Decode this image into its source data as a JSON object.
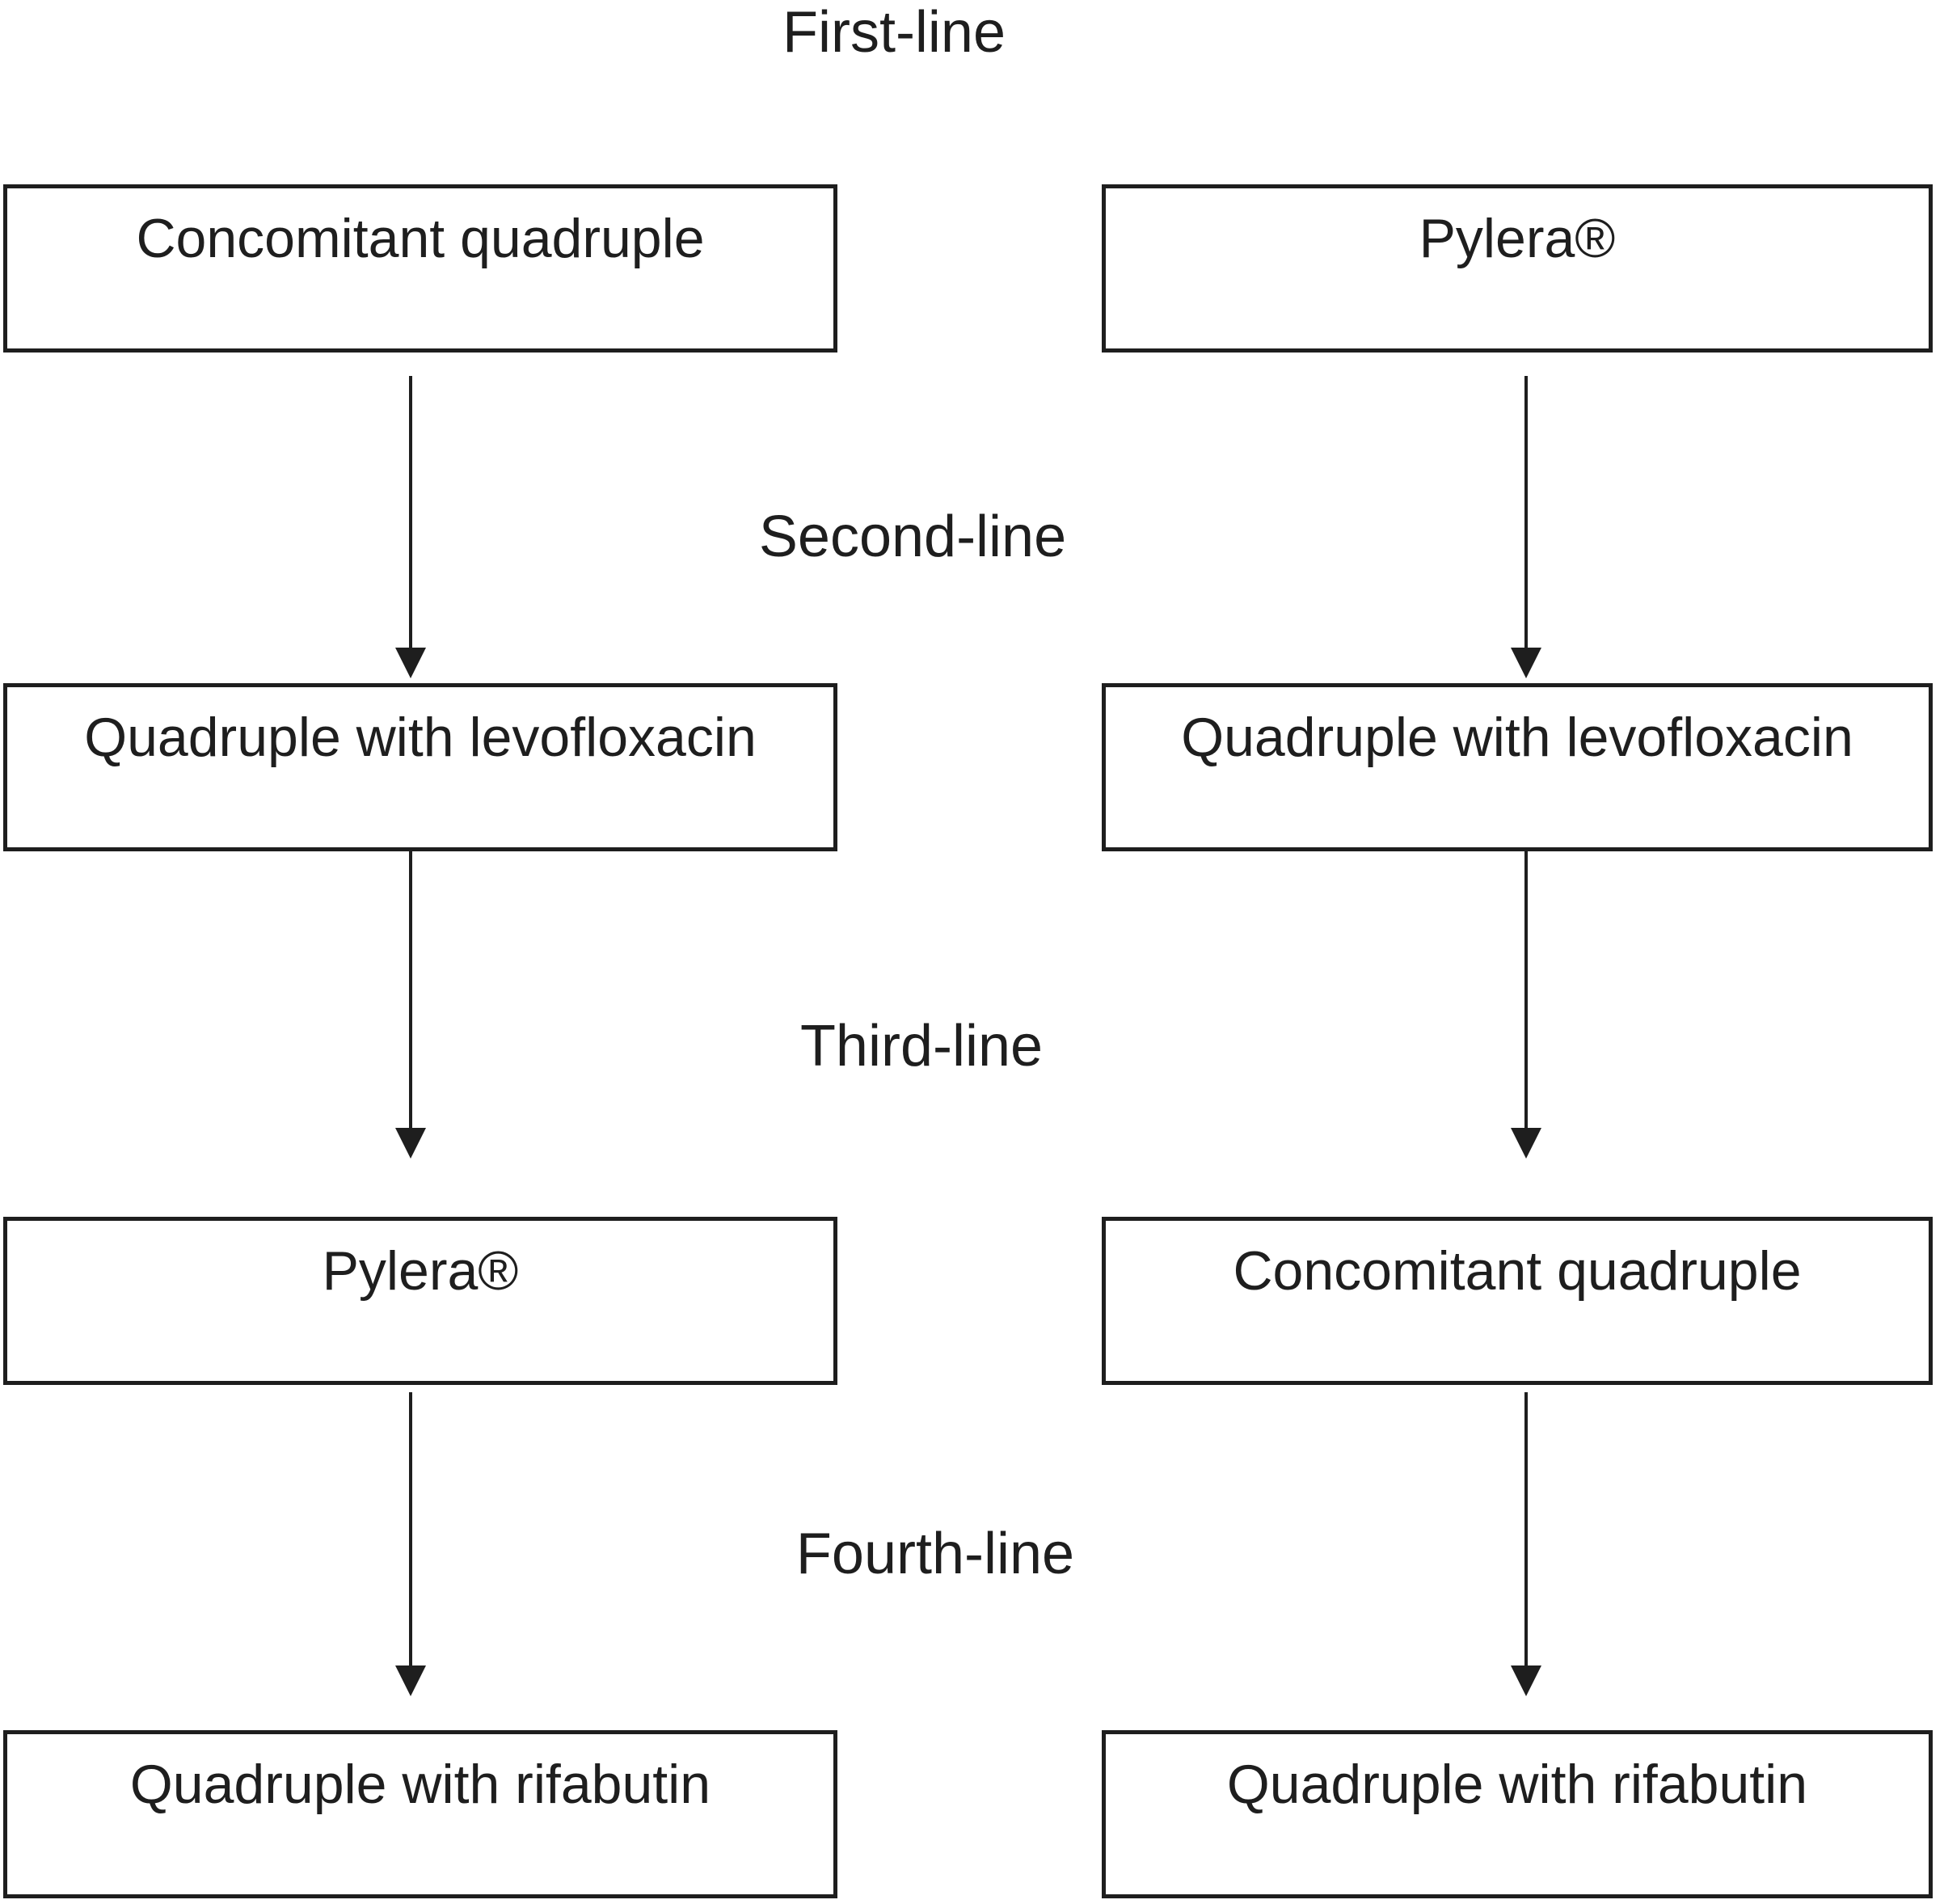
{
  "figure": {
    "stage_labels": [
      "First-line",
      "Second-line",
      "Third-line",
      "Fourth-line"
    ],
    "columns": [
      {
        "name": "left-pathway",
        "boxes": [
          "Concomitant quadruple",
          "Quadruple with levofloxacin",
          "Pylera®",
          "Quadruple with rifabutin"
        ]
      },
      {
        "name": "right-pathway",
        "boxes": [
          "Pylera®",
          "Quadruple with levofloxacin",
          "Concomitant quadruple",
          "Quadruple with rifabutin"
        ]
      }
    ],
    "colors": {
      "ink": "#1e1e1e",
      "background": "#ffffff"
    }
  }
}
